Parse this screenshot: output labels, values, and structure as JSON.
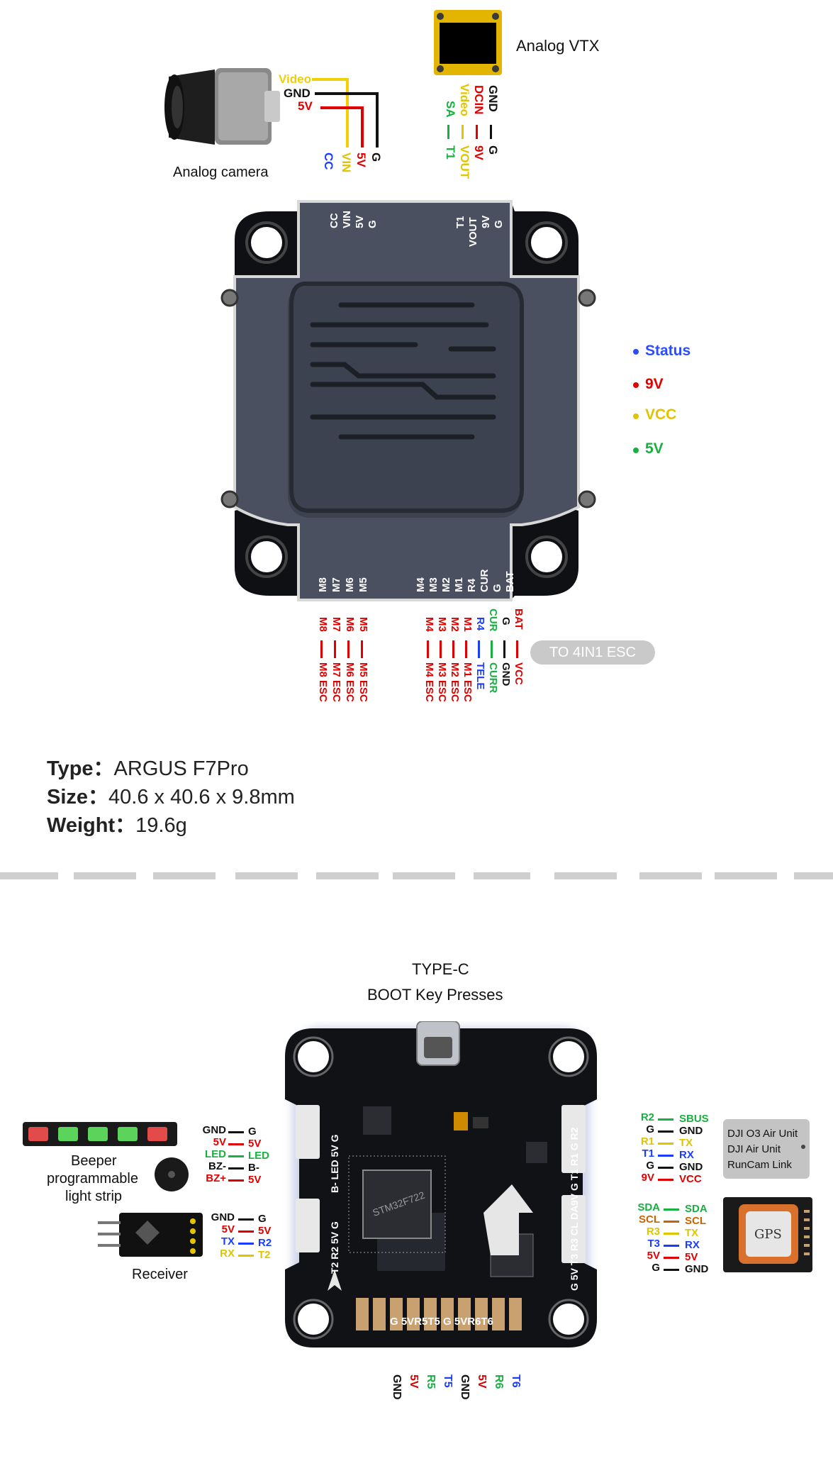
{
  "top": {
    "vtx_label": "Analog VTX",
    "camera_label": "Analog camera",
    "camera_wires": [
      {
        "text": "Video",
        "color": "#f0d000"
      },
      {
        "text": "GND",
        "color": "#111111"
      },
      {
        "text": "5V",
        "color": "#e00000"
      }
    ],
    "camera_pins": [
      {
        "text": "CC",
        "color": "#1a3cff"
      },
      {
        "text": "VIN",
        "color": "#e0c400"
      },
      {
        "text": "5V",
        "color": "#e00000"
      },
      {
        "text": "G",
        "color": "#111111"
      }
    ],
    "vtx_wires": [
      {
        "text": "SA",
        "color": "#18b040"
      },
      {
        "text": "Video",
        "color": "#e0c400"
      },
      {
        "text": "DCIN",
        "color": "#e00000"
      },
      {
        "text": "GND",
        "color": "#111111"
      }
    ],
    "vtx_pins": [
      {
        "text": "T1",
        "color": "#18b040"
      },
      {
        "text": "VOUT",
        "color": "#e0c400"
      },
      {
        "text": "9V",
        "color": "#e00000"
      },
      {
        "text": "G",
        "color": "#111111"
      }
    ],
    "board_top_left": [
      "CC",
      "VIN",
      "5V",
      "G"
    ],
    "board_top_right": [
      "T1",
      "VOUT",
      "9V",
      "G"
    ],
    "board_bottom_left": [
      "M8",
      "M7",
      "M6",
      "M5"
    ],
    "board_bottom_right": [
      "M4",
      "M3",
      "M2",
      "M1",
      "R4",
      "CUR",
      "G",
      "BAT"
    ],
    "leds": [
      {
        "text": "Status",
        "color": "#2b4cff"
      },
      {
        "text": "9V",
        "color": "#e00000"
      },
      {
        "text": "VCC",
        "color": "#e0c400"
      },
      {
        "text": "5V",
        "color": "#18b040"
      }
    ],
    "motors_left": [
      {
        "pin": "M8",
        "label": "M8 ESC"
      },
      {
        "pin": "M7",
        "label": "M7 ESC"
      },
      {
        "pin": "M6",
        "label": "M6 ESC"
      },
      {
        "pin": "M5",
        "label": "M5 ESC"
      }
    ],
    "motors_right": [
      {
        "pin": "M4",
        "label": "M4 ESC",
        "color": "#e00000"
      },
      {
        "pin": "M3",
        "label": "M3 ESC",
        "color": "#e00000"
      },
      {
        "pin": "M2",
        "label": "M2 ESC",
        "color": "#e00000"
      },
      {
        "pin": "M1",
        "label": "M1 ESC",
        "color": "#e00000"
      },
      {
        "pin": "R4",
        "label": "TELE",
        "color": "#1a3cff"
      },
      {
        "pin": "CUR",
        "label": "CURR",
        "color": "#18b040"
      },
      {
        "pin": "G",
        "label": "GND",
        "color": "#111111"
      },
      {
        "pin": "BAT",
        "label": "VCC",
        "color": "#e00000"
      }
    ],
    "esc_badge": "TO 4IN1 ESC"
  },
  "specs": {
    "type_label": "Type：",
    "type_value": "ARGUS F7Pro",
    "size_label": "Size：",
    "size_value": "40.6 x 40.6 x 9.8mm",
    "weight_label": "Weight：",
    "weight_value": "19.6g"
  },
  "bottom": {
    "type_c": "TYPE-C",
    "boot": "BOOT Key Presses",
    "led_strip_caption": [
      "Beeper",
      "programmable",
      "light strip"
    ],
    "receiver_caption": "Receiver",
    "left_conn_top": [
      {
        "a": "GND",
        "b": "G",
        "ca": "#111111",
        "cb": "#111111"
      },
      {
        "a": "5V",
        "b": "5V",
        "ca": "#e00000",
        "cb": "#e00000"
      },
      {
        "a": "LED",
        "b": "LED",
        "ca": "#18b040",
        "cb": "#18b040"
      },
      {
        "a": "BZ-",
        "b": "B-",
        "ca": "#111111",
        "cb": "#111111"
      },
      {
        "a": "BZ+",
        "b": "5V",
        "ca": "#e00000",
        "cb": "#e00000"
      }
    ],
    "left_conn_bottom": [
      {
        "a": "GND",
        "b": "G",
        "ca": "#111111",
        "cb": "#111111"
      },
      {
        "a": "5V",
        "b": "5V",
        "ca": "#e00000",
        "cb": "#e00000"
      },
      {
        "a": "TX",
        "b": "R2",
        "ca": "#1a3cff",
        "cb": "#1a3cff"
      },
      {
        "a": "RX",
        "b": "T2",
        "ca": "#e0c400",
        "cb": "#e0c400"
      }
    ],
    "right_conn_top": [
      {
        "a": "R2",
        "b": "SBUS",
        "ca": "#18b040",
        "cb": "#18b040"
      },
      {
        "a": "G",
        "b": "GND",
        "ca": "#111111",
        "cb": "#111111"
      },
      {
        "a": "R1",
        "b": "TX",
        "ca": "#e0c400",
        "cb": "#e0c400"
      },
      {
        "a": "T1",
        "b": "RX",
        "ca": "#1a3cff",
        "cb": "#1a3cff"
      },
      {
        "a": "G",
        "b": "GND",
        "ca": "#111111",
        "cb": "#111111"
      },
      {
        "a": "9V",
        "b": "VCC",
        "ca": "#e00000",
        "cb": "#e00000"
      }
    ],
    "right_conn_bottom": [
      {
        "a": "SDA",
        "b": "SDA",
        "ca": "#18b040",
        "cb": "#18b040"
      },
      {
        "a": "SCL",
        "b": "SCL",
        "ca": "#c86400",
        "cb": "#c86400"
      },
      {
        "a": "R3",
        "b": "TX",
        "ca": "#e0c400",
        "cb": "#e0c400"
      },
      {
        "a": "T3",
        "b": "RX",
        "ca": "#1a3cff",
        "cb": "#1a3cff"
      },
      {
        "a": "5V",
        "b": "5V",
        "ca": "#e00000",
        "cb": "#e00000"
      },
      {
        "a": "G",
        "b": "GND",
        "ca": "#111111",
        "cb": "#111111"
      }
    ],
    "dji_lines": [
      "DJI O3 Air Unit",
      "DJI Air Unit",
      "RunCam Link"
    ],
    "gps_label": "GPS",
    "board_left_top_pins": "B- LED 5V G",
    "board_left_bottom_pins": "T2 R2 5V G",
    "board_right_top_pins": "9V G T1 R1 G R2",
    "board_right_bottom_pins": "G 5V T3 R3 CL DA",
    "board_bottom_pads": "G 5VR5T5 G 5VR6T6",
    "bottom_pins": [
      {
        "text": "GND",
        "color": "#111111"
      },
      {
        "text": "5V",
        "color": "#e00000"
      },
      {
        "text": "R5",
        "color": "#18b040"
      },
      {
        "text": "T5",
        "color": "#1a3cff"
      },
      {
        "text": "GND",
        "color": "#111111"
      },
      {
        "text": "5V",
        "color": "#e00000"
      },
      {
        "text": "R6",
        "color": "#18b040"
      },
      {
        "text": "T6",
        "color": "#1a3cff"
      }
    ]
  }
}
